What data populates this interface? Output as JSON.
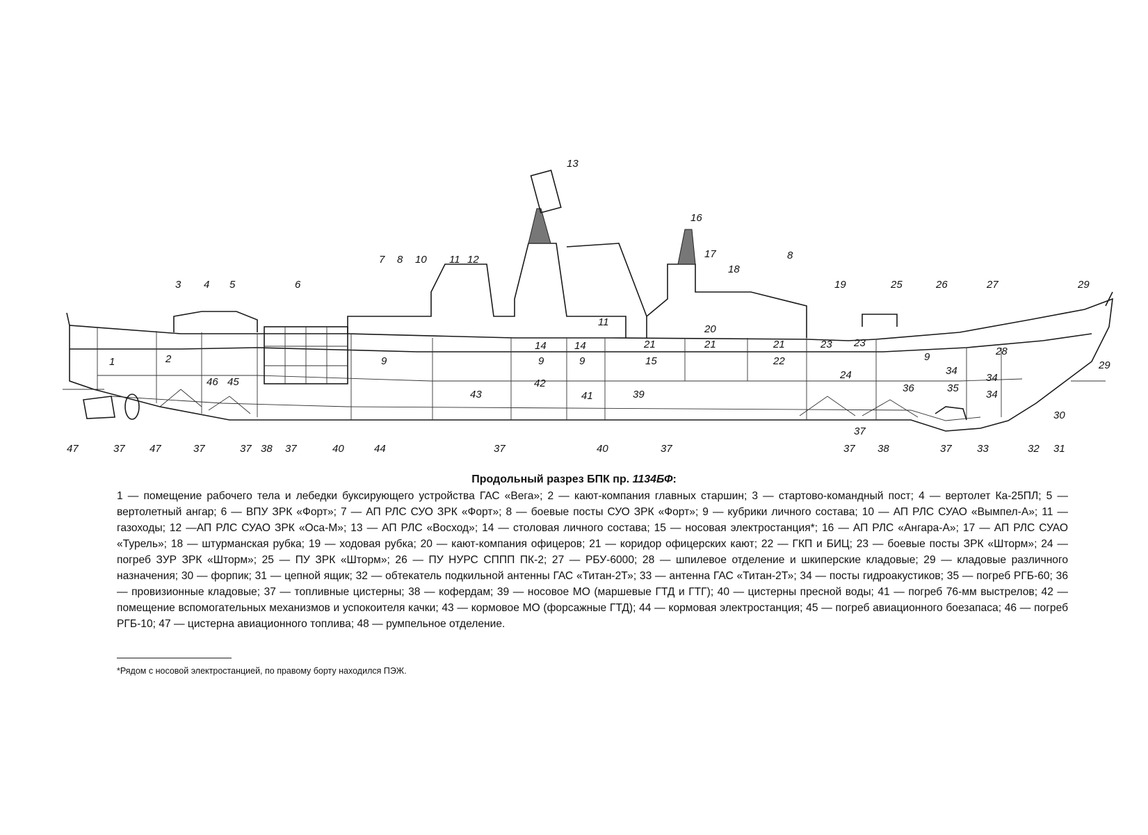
{
  "callouts": [
    {
      "n": "13"
    },
    {
      "n": "16"
    },
    {
      "n": "17"
    },
    {
      "n": "18"
    },
    {
      "n": "8"
    },
    {
      "n": "7"
    },
    {
      "n": "8"
    },
    {
      "n": "10"
    },
    {
      "n": "11"
    },
    {
      "n": "12"
    },
    {
      "n": "3"
    },
    {
      "n": "4"
    },
    {
      "n": "5"
    },
    {
      "n": "6"
    },
    {
      "n": "11"
    },
    {
      "n": "19"
    },
    {
      "n": "25"
    },
    {
      "n": "26"
    },
    {
      "n": "27"
    },
    {
      "n": "29"
    },
    {
      "n": "29"
    },
    {
      "n": "30"
    },
    {
      "n": "31"
    },
    {
      "n": "32"
    },
    {
      "n": "33"
    },
    {
      "n": "37"
    },
    {
      "n": "38"
    },
    {
      "n": "37"
    },
    {
      "n": "37"
    },
    {
      "n": "40"
    },
    {
      "n": "37"
    },
    {
      "n": "44"
    },
    {
      "n": "40"
    },
    {
      "n": "37"
    },
    {
      "n": "37"
    },
    {
      "n": "38"
    },
    {
      "n": "37"
    },
    {
      "n": "47"
    },
    {
      "n": "37"
    },
    {
      "n": "47"
    },
    {
      "n": "37"
    }
  ],
  "compartments": [
    {
      "n": "1"
    },
    {
      "n": "2"
    },
    {
      "n": "46"
    },
    {
      "n": "45"
    },
    {
      "n": "9"
    },
    {
      "n": "14"
    },
    {
      "n": "14"
    },
    {
      "n": "9"
    },
    {
      "n": "9"
    },
    {
      "n": "42"
    },
    {
      "n": "43"
    },
    {
      "n": "41"
    },
    {
      "n": "39"
    },
    {
      "n": "21"
    },
    {
      "n": "15"
    },
    {
      "n": "20"
    },
    {
      "n": "21"
    },
    {
      "n": "21"
    },
    {
      "n": "22"
    },
    {
      "n": "23"
    },
    {
      "n": "23"
    },
    {
      "n": "24"
    },
    {
      "n": "9"
    },
    {
      "n": "28"
    },
    {
      "n": "34"
    },
    {
      "n": "36"
    },
    {
      "n": "35"
    },
    {
      "n": "34"
    },
    {
      "n": "34"
    }
  ],
  "caption": {
    "prefix": "Продольный разрез БПК пр. ",
    "model": "1134БФ",
    "suffix": ":"
  },
  "legend": "1 — помещение рабочего тела и лебедки буксирующего устройства ГАС «Вега»; 2 — кают-компания главных старшин; 3 — стартово-командный пост; 4 — вертолет Ка-25ПЛ; 5 — вертолетный ангар; 6 — ВПУ ЗРК «Форт»; 7 — АП РЛС СУО ЗРК «Форт»; 8 — боевые посты СУО ЗРК «Форт»; 9 — кубрики личного состава; 10 — АП РЛС СУАО «Вымпел-А»; 11 — газоходы; 12 —АП РЛС СУАО ЗРК «Оса-М»; 13 — АП РЛС «Восход»; 14 — столовая личного состава; 15 — носовая электростанция*; 16 — АП РЛС «Ангара-А»; 17 — АП РЛС СУАО «Турель»; 18 — штурманская рубка; 19 — ходовая рубка; 20 — кают-компания офицеров; 21 — коридор офицерских кают; 22 — ГКП и БИЦ; 23 — боевые посты ЗРК «Шторм»; 24 — погреб ЗУР ЗРК «Шторм»; 25 — ПУ ЗРК «Шторм»; 26 — ПУ НУРС СППП ПК-2; 27 — РБУ-6000; 28 — шпилевое отделение и шкиперские кладовые; 29 — кладовые различного назначения; 30 — форпик; 31 — цепной ящик; 32 — обтекатель подкильной антенны ГАС «Титан-2Т»; 33 — антенна ГАС «Титан-2Т»; 34 — посты гидроакустиков; 35 — погреб РГБ-60; 36 — провизионные кладовые; 37 — топливные цистерны; 38 — кофердам; 39 — носовое МО (маршевые ГТД и ГТГ); 40 — цистерны пресной воды; 41 — погреб 76-мм выстрелов; 42 — помещение вспомогательных механизмов и успокоителя качки; 43 — кормовое МО (форсажные ГТД); 44 — кормовая электростанция; 45 — погреб авиационного боезапаса; 46 — погреб РГБ-10; 47 — цистерна авиационного топлива; 48 — румпельное отделение.",
  "footnote": "*Рядом с носовой электростанцией, по правому борту находился ПЭЖ."
}
